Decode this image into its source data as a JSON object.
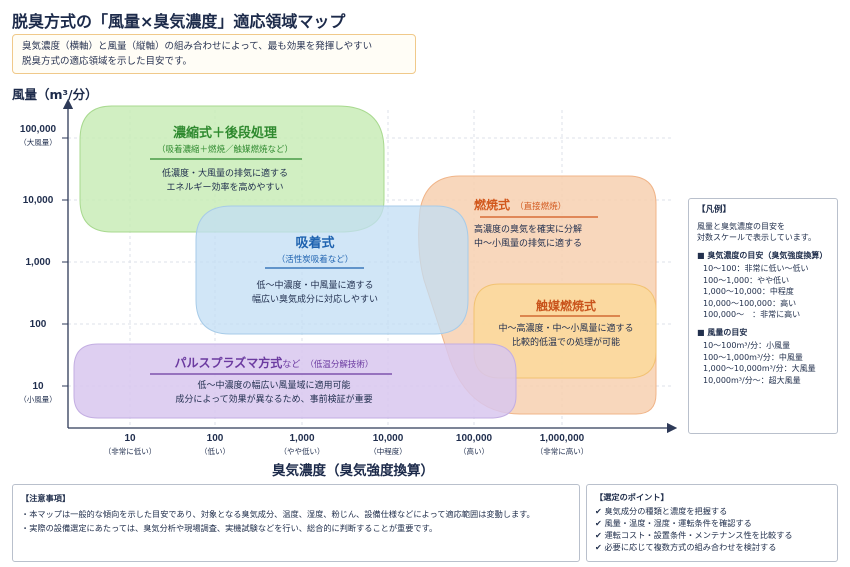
{
  "title": "脱臭方式の「風量×臭気濃度」適応領域マップ",
  "intro": [
    "臭気濃度（横軸）と風量（縦軸）の組み合わせによって、最も効果を発揮しやすい",
    "脱臭方式の適応領域を示した目安です。"
  ],
  "axes": {
    "y_title": "風量（m³/分）",
    "x_title": "臭気濃度（臭気強度換算）",
    "y_ticks": [
      {
        "value": "100,000",
        "sub": "（大風量）"
      },
      {
        "value": "10,000",
        "sub": ""
      },
      {
        "value": "1,000",
        "sub": ""
      },
      {
        "value": "100",
        "sub": ""
      },
      {
        "value": "10",
        "sub": "（小風量）"
      }
    ],
    "x_ticks": [
      {
        "value": "10",
        "sub": "（非常に低い）"
      },
      {
        "value": "100",
        "sub": "（低い）"
      },
      {
        "value": "1,000",
        "sub": "（やや低い）"
      },
      {
        "value": "10,000",
        "sub": "（中程度）"
      },
      {
        "value": "100,000",
        "sub": "（高い）"
      },
      {
        "value": "1,000,000",
        "sub": "（非常に高い）"
      }
    ]
  },
  "regions": {
    "concentration": {
      "title": "濃縮式＋後段処理",
      "sub": "（吸着濃縮＋燃焼／触媒燃焼など）",
      "desc": [
        "低濃度・大風量の排気に適する",
        "エネルギー効率を高めやすい"
      ],
      "color": "#2f8a2f"
    },
    "adsorption": {
      "title": "吸着式",
      "sub": "（活性炭吸着など）",
      "desc": [
        "低〜中濃度・中風量に適する",
        "幅広い臭気成分に対応しやすい"
      ],
      "color": "#1f63b0"
    },
    "combustion": {
      "title": "燃焼式",
      "sub": "（直接燃焼）",
      "desc": [
        "高濃度の臭気を確実に分解",
        "中〜小風量の排気に適する"
      ],
      "color": "#d2571c"
    },
    "catalytic": {
      "title": "触媒燃焼式",
      "desc": [
        "中〜高濃度・中〜小風量に適する",
        "比較的低温での処理が可能"
      ],
      "color": "#c9541c"
    },
    "plasma": {
      "title": "パルスプラズマ方式",
      "title_suffix": "など",
      "sub": "（低温分解技術）",
      "desc": [
        "低〜中濃度の幅広い風量域に適用可能",
        "成分によって効果が異なるため、事前検証が重要"
      ],
      "color": "#6b3aa0"
    }
  },
  "legend": {
    "title": "【凡例】",
    "intro": [
      "風量と臭気濃度の目安を",
      "対数スケールで表示しています。"
    ],
    "odor_title": "■ 臭気濃度の目安（臭気強度換算）",
    "odor_items": [
      "10〜100：非常に低い〜低い",
      "100〜1,000：やや低い",
      "1,000〜10,000：中程度",
      "10,000〜100,000：高い",
      "100,000〜　：非常に高い"
    ],
    "air_title": "■ 風量の目安",
    "air_items": [
      "10〜100m³/分：小風量",
      "100〜1,000m³/分：中風量",
      "1,000〜10,000m³/分：大風量",
      "10,000m³/分〜：超大風量"
    ]
  },
  "notes": {
    "title": "【注意事項】",
    "items": [
      "・本マップは一般的な傾向を示した目安であり、対象となる臭気成分、温度、湿度、粉じん、設備仕様などによって適応範囲は変動します。",
      "・実際の設備選定にあたっては、臭気分析や現場調査、実機試験などを行い、総合的に判断することが重要です。"
    ]
  },
  "points": {
    "title": "【選定のポイント】",
    "items": [
      "✔ 臭気成分の種類と濃度を把握する",
      "✔ 風量・温度・湿度・運転条件を確認する",
      "✔ 運転コスト・設置条件・メンテナンス性を比較する",
      "✔ 必要に応じて複数方式の組み合わせを検討する"
    ]
  }
}
